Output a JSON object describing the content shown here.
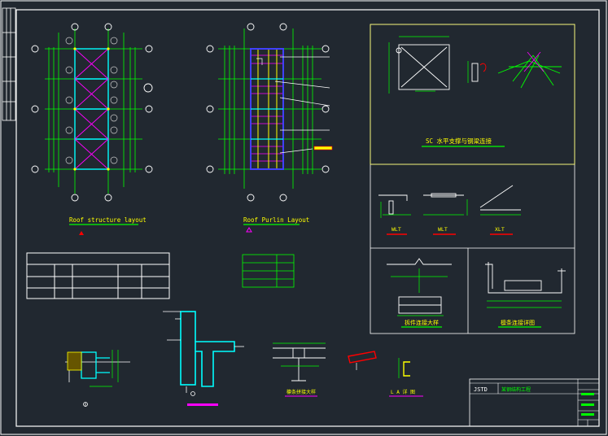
{
  "colors": {
    "background": "#212830",
    "frame": "#ffffff",
    "grid": "#00ff00",
    "cyan": "#00ffff",
    "magenta": "#ff00ff",
    "blue": "#4040ff",
    "yellow": "#ffff00",
    "red": "#ff0000",
    "panel_border": "#ffff66"
  },
  "drawing": {
    "roof_structure_title": "Roof structure layout",
    "roof_purlin_title": "Roof Purlin Layout",
    "detail_a_caption": "SC  水平支撑与钢梁连接",
    "detail_b_labels": [
      "WLT",
      "WLT",
      "XLT"
    ],
    "detail_c_caption": "拆件连接大样",
    "detail_d_caption": "檩条连接详图",
    "section_1_caption": "檩条拼接大样",
    "section_2_caption": "L A   详 图",
    "title_block": {
      "company": "JSTD",
      "project": "某钢结构工程"
    }
  }
}
